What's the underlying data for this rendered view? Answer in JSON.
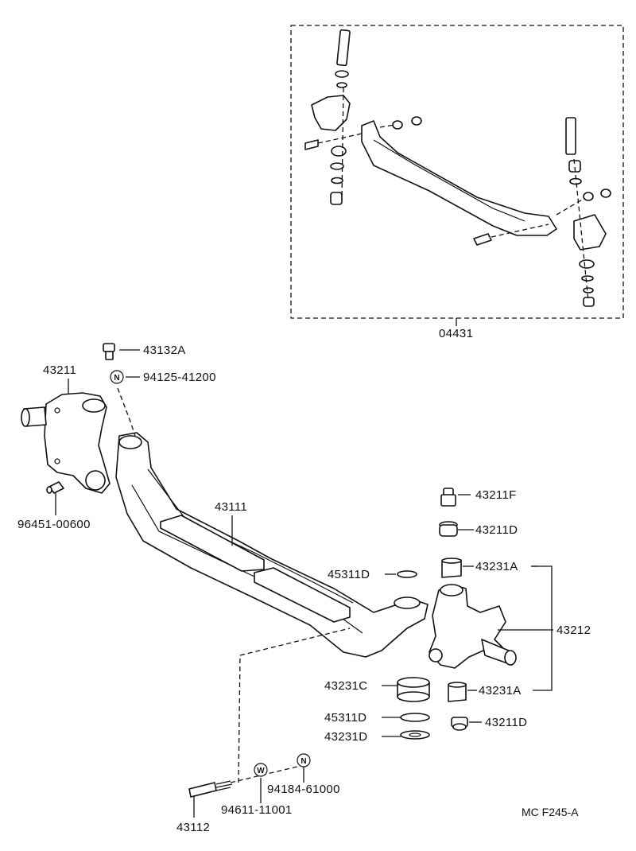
{
  "labels": {
    "kit": "04431",
    "bolt_top": "43132A",
    "nut_top": "94125-41200",
    "knuckle_left": "43211",
    "grease_fitting": "96451-00600",
    "axle_beam": "43111",
    "fitting_right": "43211F",
    "plug_right_top": "43211D",
    "bushing_upper": "43231A",
    "oring_upper": "45311D",
    "knuckle_right": "43212",
    "thrust_bearing": "43231C",
    "bushing_lower": "43231A",
    "oring_lower": "45311D",
    "plug_right_bottom": "43211D",
    "shim": "43231D",
    "washer_nut": "94184-61000",
    "washer": "94611-11001",
    "king_pin": "43112",
    "figure_code": "MC F245-A"
  },
  "badges": {
    "nut_top": "N",
    "washer": "W",
    "nut_bottom": "N"
  }
}
